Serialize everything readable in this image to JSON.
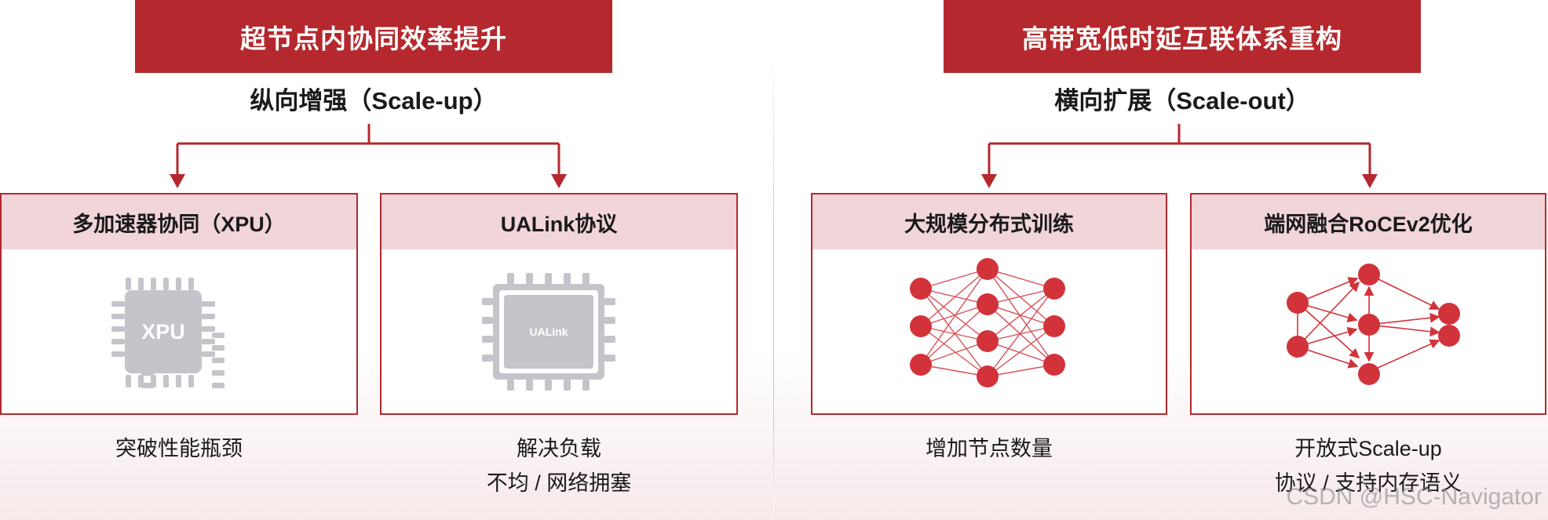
{
  "left": {
    "banner": "超节点内协同效率提升",
    "subtitle": "纵向增强（Scale-up）",
    "cards": [
      {
        "title": "多加速器协同（XPU）",
        "chip_label": "XPU",
        "caption_lines": [
          "突破性能瓶颈"
        ]
      },
      {
        "title": "UALink协议",
        "chip_label": "UALink",
        "caption_lines": [
          "解决负载",
          "不均 / 网络拥塞"
        ]
      }
    ]
  },
  "right": {
    "banner": "高带宽低时延互联体系重构",
    "subtitle": "横向扩展（Scale-out）",
    "cards": [
      {
        "title": "大规模分布式训练",
        "caption_lines": [
          "增加节点数量"
        ]
      },
      {
        "title": "端网融合RoCEv2优化",
        "caption_lines": [
          "开放式Scale-up",
          "协议 / 支持内存语义"
        ]
      }
    ]
  },
  "watermark": "CSDN @HSC-Navigator",
  "colors": {
    "accent": "#b5282d",
    "header_bg": "#f1d5d8",
    "chip_dark": "#c4c5ca",
    "node": "#d2333b"
  }
}
